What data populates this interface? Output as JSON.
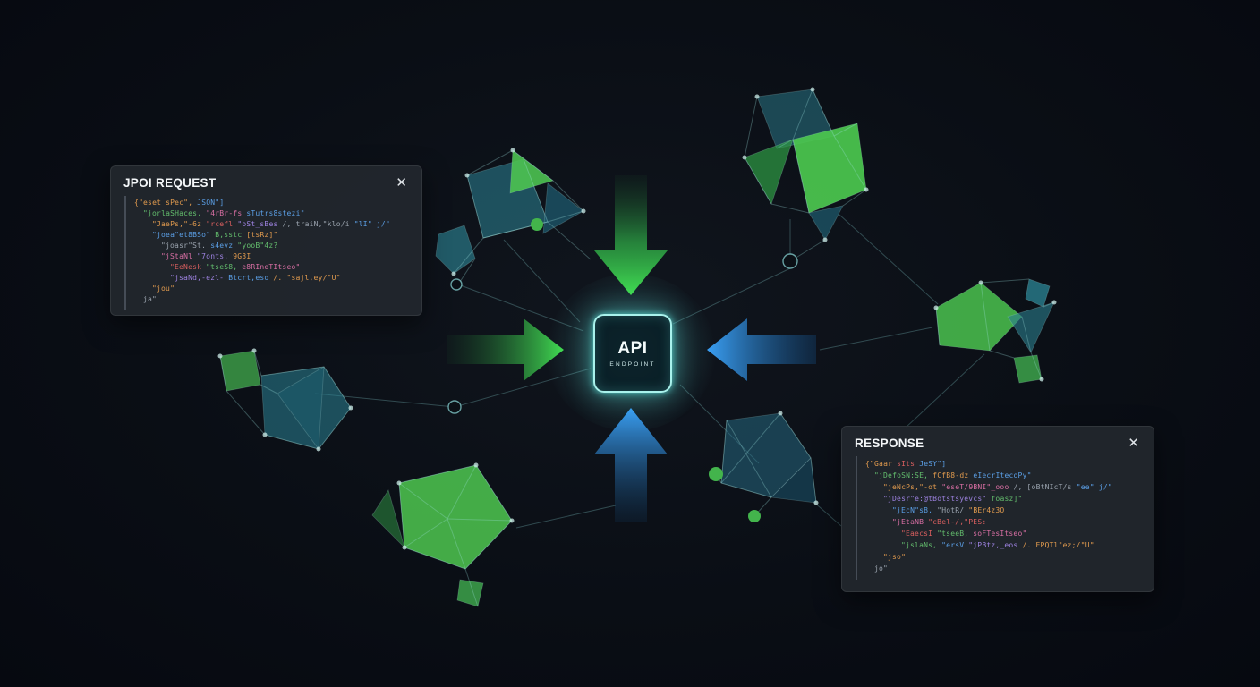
{
  "request_panel": {
    "title": "JPOI REQUEST",
    "close_icon": "✕",
    "code_lines": [
      {
        "in": 0,
        "tk": [
          {
            "t": "{\"eset sPec\",",
            "c": "orange"
          },
          {
            "t": " JSON\"]",
            "c": "blue"
          }
        ]
      },
      {
        "in": 1,
        "tk": [
          {
            "t": "\"jorlaSHaces,",
            "c": "green"
          },
          {
            "t": " \"4rBr-fs",
            "c": "pink"
          },
          {
            "t": " sTutrs8stezi\"",
            "c": "blue"
          }
        ]
      },
      {
        "in": 2,
        "tk": [
          {
            "t": "\"JaePs,\"-6z",
            "c": "orange"
          },
          {
            "t": " \"rcefl",
            "c": "red"
          },
          {
            "t": " \"oSt_sBes",
            "c": "purple"
          },
          {
            "t": " /, traiN,\"klo/i",
            "c": "gray"
          },
          {
            "t": " \"lI\" j/\"",
            "c": "blue"
          }
        ]
      },
      {
        "in": 2,
        "tk": [
          {
            "t": "\"joea\"et8BSo\"",
            "c": "blue"
          },
          {
            "t": " B,sstc",
            "c": "green"
          },
          {
            "t": " [tsRz]\"",
            "c": "orange"
          }
        ]
      },
      {
        "in": 3,
        "tk": [
          {
            "t": "\"joasr\"St.",
            "c": "gray"
          },
          {
            "t": " s4evz",
            "c": "blue"
          },
          {
            "t": " \"yooB\"4z?",
            "c": "green"
          }
        ]
      },
      {
        "in": 3,
        "tk": [
          {
            "t": "\"jStaNl",
            "c": "pink"
          },
          {
            "t": " \"7onts,",
            "c": "purple"
          },
          {
            "t": " 9G3I",
            "c": "orange"
          }
        ]
      },
      {
        "in": 4,
        "tk": [
          {
            "t": "\"EeNesk",
            "c": "red"
          },
          {
            "t": " \"tseS8,",
            "c": "green"
          },
          {
            "t": " e8RIneTItseo\"",
            "c": "pink"
          }
        ]
      },
      {
        "in": 4,
        "tk": [
          {
            "t": "\"jsaNd,-ezl-",
            "c": "purple"
          },
          {
            "t": " Btcrt,eso",
            "c": "blue"
          },
          {
            "t": " /. \"sajl,ey/\"U\"",
            "c": "orange"
          }
        ]
      },
      {
        "in": 2,
        "tk": [
          {
            "t": "\"jou\"",
            "c": "orange"
          }
        ]
      },
      {
        "in": 1,
        "tk": [
          {
            "t": "ja\"",
            "c": "gray"
          }
        ]
      }
    ]
  },
  "response_panel": {
    "title": "RESPONSE",
    "close_icon": "✕",
    "code_lines": [
      {
        "in": 0,
        "tk": [
          {
            "t": "{\"Gaar",
            "c": "orange"
          },
          {
            "t": " sIts",
            "c": "red"
          },
          {
            "t": " JeSY\"]",
            "c": "blue"
          }
        ]
      },
      {
        "in": 1,
        "tk": [
          {
            "t": "\"jDefoSN:SE,",
            "c": "green"
          },
          {
            "t": " fCfB8-dz",
            "c": "orange"
          },
          {
            "t": " eIecrItecoPy\"",
            "c": "blue"
          }
        ]
      },
      {
        "in": 2,
        "tk": [
          {
            "t": "\"jeNcPs,\"-ot",
            "c": "orange"
          },
          {
            "t": " \"eseT/9BNI\"_ooo",
            "c": "pink"
          },
          {
            "t": " /, [oBtNIcT/s",
            "c": "gray"
          },
          {
            "t": " \"ee\" j/\"",
            "c": "blue"
          }
        ]
      },
      {
        "in": 2,
        "tk": [
          {
            "t": "\"jDesr\"e:@tBotstsyevcs\"",
            "c": "purple"
          },
          {
            "t": " foasz]\"",
            "c": "green"
          }
        ]
      },
      {
        "in": 3,
        "tk": [
          {
            "t": "\"jEcN\"sB,",
            "c": "blue"
          },
          {
            "t": " \"HotR/",
            "c": "gray"
          },
          {
            "t": " \"BEr4z3O",
            "c": "orange"
          }
        ]
      },
      {
        "in": 3,
        "tk": [
          {
            "t": "\"jEtaNB",
            "c": "pink"
          },
          {
            "t": " \"cBel-/,\"PES:",
            "c": "red"
          }
        ]
      },
      {
        "in": 4,
        "tk": [
          {
            "t": "\"EaecsI",
            "c": "red"
          },
          {
            "t": " \"tseeB,",
            "c": "green"
          },
          {
            "t": " soFTesItseo\"",
            "c": "pink"
          }
        ]
      },
      {
        "in": 4,
        "tk": [
          {
            "t": "\"jslaNs,",
            "c": "green"
          },
          {
            "t": " \"ersV",
            "c": "blue"
          },
          {
            "t": " \"jPBtz,_eos",
            "c": "purple"
          },
          {
            "t": " /. EPQTl\"ez;/\"U\"",
            "c": "orange"
          }
        ]
      },
      {
        "in": 2,
        "tk": [
          {
            "t": "\"jso\"",
            "c": "orange"
          }
        ]
      },
      {
        "in": 1,
        "tk": [
          {
            "t": "jo\"",
            "c": "gray"
          }
        ]
      }
    ]
  },
  "center_node": {
    "title": "API",
    "subtitle": "ENDPOINT"
  },
  "colors": {
    "arrow_green": "#41dd52",
    "arrow_blue": "#3aa0f5",
    "glow_cyan": "#5fe0da",
    "mesh_teal": "#2e8a9b",
    "mesh_green": "#4cc24f",
    "panel_bg": "#21262d"
  }
}
